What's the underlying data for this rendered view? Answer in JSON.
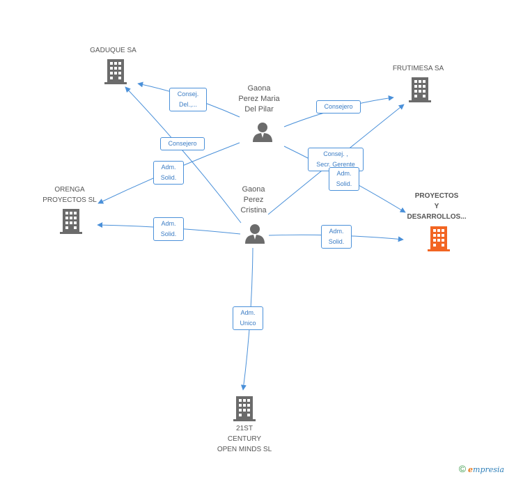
{
  "nodes": {
    "gaduque": {
      "label": "GADUQUE SA"
    },
    "frutimesa": {
      "label": "FRUTIMESA SA"
    },
    "orenga": {
      "label": "ORENGA PROYECTOS SL"
    },
    "proyectos": {
      "label_lines": [
        "PROYECTOS",
        "Y",
        "DESARROLLOS..."
      ]
    },
    "century": {
      "label_lines": [
        "21ST",
        "CENTURY",
        "OPEN MINDS SL"
      ]
    },
    "maria": {
      "label_lines": [
        "Gaona",
        "Perez Maria",
        "Del Pilar"
      ]
    },
    "cristina": {
      "label_lines": [
        "Gaona",
        "Perez",
        "Cristina"
      ]
    }
  },
  "edges": {
    "consej_del": [
      "Consej.",
      "Del.,..."
    ],
    "consejero_gaduque": [
      "Consejero"
    ],
    "consejero_frutimesa": [
      "Consejero"
    ],
    "consej_secr": [
      "Consej. ,",
      "Secr. Gerente"
    ],
    "adm_solid_proy_maria": [
      "Adm.",
      "Solid."
    ],
    "adm_solid_orenga_maria": [
      "Adm.",
      "Solid."
    ],
    "adm_solid_orenga_cristina": [
      "Adm.",
      "Solid."
    ],
    "adm_solid_proy_cristina": [
      "Adm.",
      "Solid."
    ],
    "adm_unico": [
      "Adm.",
      "Unico"
    ]
  },
  "footer": {
    "copyright": "©",
    "brand_first": "e",
    "brand_rest": "mpresia"
  },
  "colors": {
    "edge": "#4a90d9",
    "company": "#6b6b6b",
    "main_company": "#f26522",
    "person": "#6b6b6b"
  }
}
